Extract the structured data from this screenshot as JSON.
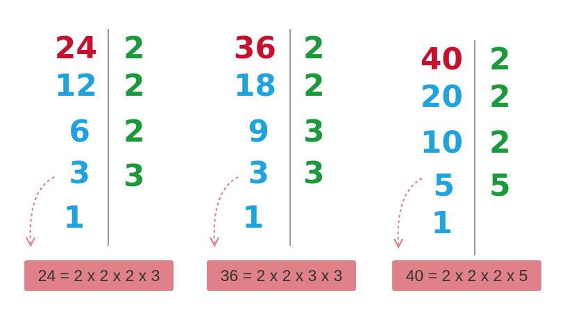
{
  "colors": {
    "dividend": "#c8102e",
    "quotient": "#1fa3e0",
    "factor": "#1a9a3a",
    "result_bg": "#e08088",
    "arrow": "#e07a82"
  },
  "diagrams": [
    {
      "numbers": [
        "24",
        "12",
        "6",
        "3",
        "1"
      ],
      "factors": [
        "2",
        "2",
        "2",
        "3"
      ],
      "result": "24 = 2 x 2 x 2 x 3"
    },
    {
      "numbers": [
        "36",
        "18",
        "9",
        "3",
        "1"
      ],
      "factors": [
        "2",
        "2",
        "3",
        "3"
      ],
      "result": "36 = 2 x 2 x 3 x 3"
    },
    {
      "numbers": [
        "40",
        "20",
        "10",
        "5",
        "1"
      ],
      "factors": [
        "2",
        "2",
        "2",
        "5"
      ],
      "result": "40 = 2 x 2 x 2 x 5"
    }
  ]
}
